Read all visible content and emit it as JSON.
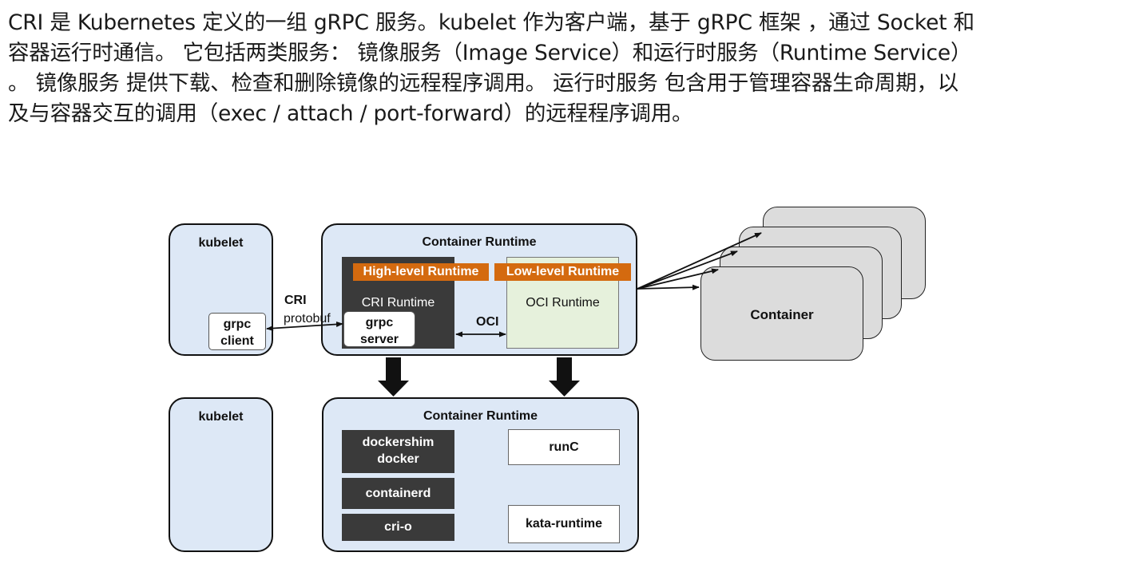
{
  "paragraph": {
    "lines": [
      "CRI 是 Kubernetes 定义的一组 gRPC 服务。kubelet 作为客户端，基于 gRPC 框架 ，通过 Socket 和",
      "容器运行时通信。 它包括两类服务： 镜像服务（Image Service）和运行时服务（Runtime Service）",
      "。 镜像服务 提供下载、检查和删除镜像的远程程序调用。 运行时服务 包含用于管理容器生命周期，以",
      "及与容器交互的调用（exec / attach / port-forward）的远程程序调用。"
    ]
  },
  "diagram": {
    "top": {
      "kubelet_title": "kubelet",
      "grpc_client_line1": "grpc",
      "grpc_client_line2": "client",
      "cri_label": "CRI",
      "protobuf_label": "protobuf",
      "runtime_title": "Container Runtime",
      "high_level": "High-level Runtime",
      "low_level": "Low-level Runtime",
      "cri_runtime": "CRI Runtime",
      "grpc_server_line1": "grpc",
      "grpc_server_line2": "server",
      "oci_label": "OCI",
      "oci_runtime": "OCI Runtime",
      "container_label": "Container"
    },
    "bottom": {
      "kubelet_title": "kubelet",
      "runtime_title": "Container Runtime",
      "high_level_items": [
        {
          "line1": "dockershim",
          "line2": "docker"
        },
        {
          "line1": "containerd",
          "line2": ""
        },
        {
          "line1": "cri-o",
          "line2": ""
        }
      ],
      "low_level_items": [
        "runC",
        "kata-runtime"
      ]
    }
  },
  "colors": {
    "panel_blue": "#dde8f6",
    "orange": "#d46a0f",
    "dark": "#3a3a3a",
    "oci_green": "#e6f1dc",
    "container_grey": "#dcdcdc"
  }
}
